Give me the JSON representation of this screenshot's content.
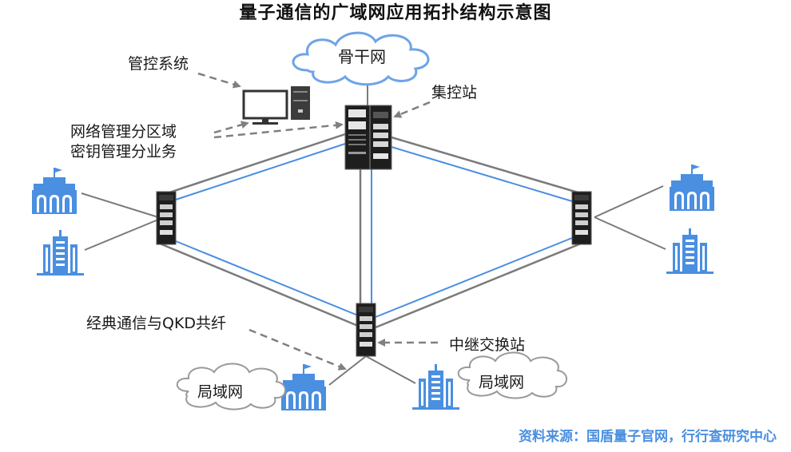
{
  "title": "量子通信的广域网应用拓扑结构示意图",
  "nodes": {
    "backbone_cloud": "骨干网",
    "control_station": "集控站",
    "management_system": "管控系统",
    "relay_switch_station": "中继交换站",
    "lan_left": "局域网",
    "lan_right": "局域网"
  },
  "annotations": {
    "network_mgmt_line1": "网络管理分区域",
    "network_mgmt_line2": "密钥管理分业务",
    "shared_fiber": "经典通信与QKD共纤"
  },
  "legend_colors": {
    "classical_link": "#7a7a7a",
    "qkd_link": "#4a8fe0",
    "building_icon": "#4a8fe0",
    "dashed_pointer": "#808080"
  },
  "source": "资料来源：国盾量子官网，行行查研究中心"
}
